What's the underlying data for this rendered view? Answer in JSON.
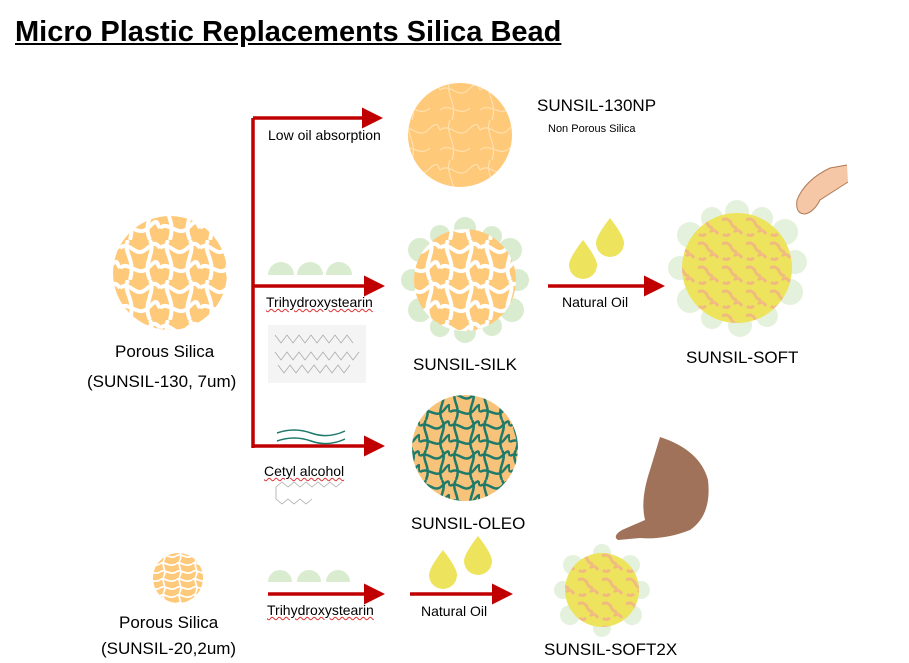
{
  "title": "Micro Plastic Replacements Silica Bead",
  "colors": {
    "arrow": "#c00000",
    "silica": "#ffc97a",
    "oil": "#ede35c",
    "coating": "#d9ecd0",
    "cetyl": "#1f7a6a"
  },
  "branches": {
    "low_oil": {
      "label": "Low oil absorption",
      "product": "SUNSIL-130NP",
      "product_sub": "Non Porous Silica"
    },
    "silk": {
      "label": "Trihydroxystearin",
      "product": "SUNSIL-SILK"
    },
    "oleo": {
      "label": "Cetyl alcohol",
      "product": "SUNSIL-OLEO"
    },
    "soft": {
      "label": "Natural Oil",
      "product": "SUNSIL-SOFT"
    }
  },
  "source_large": {
    "name": "Porous Silica",
    "spec": "(SUNSIL-130, 7um)"
  },
  "source_small": {
    "name": "Porous Silica",
    "spec": "(SUNSIL-20,2um)"
  },
  "bottom_row": {
    "step1": "Trihydroxystearin",
    "step2": "Natural Oil",
    "product": "SUNSIL-SOFT2X"
  }
}
